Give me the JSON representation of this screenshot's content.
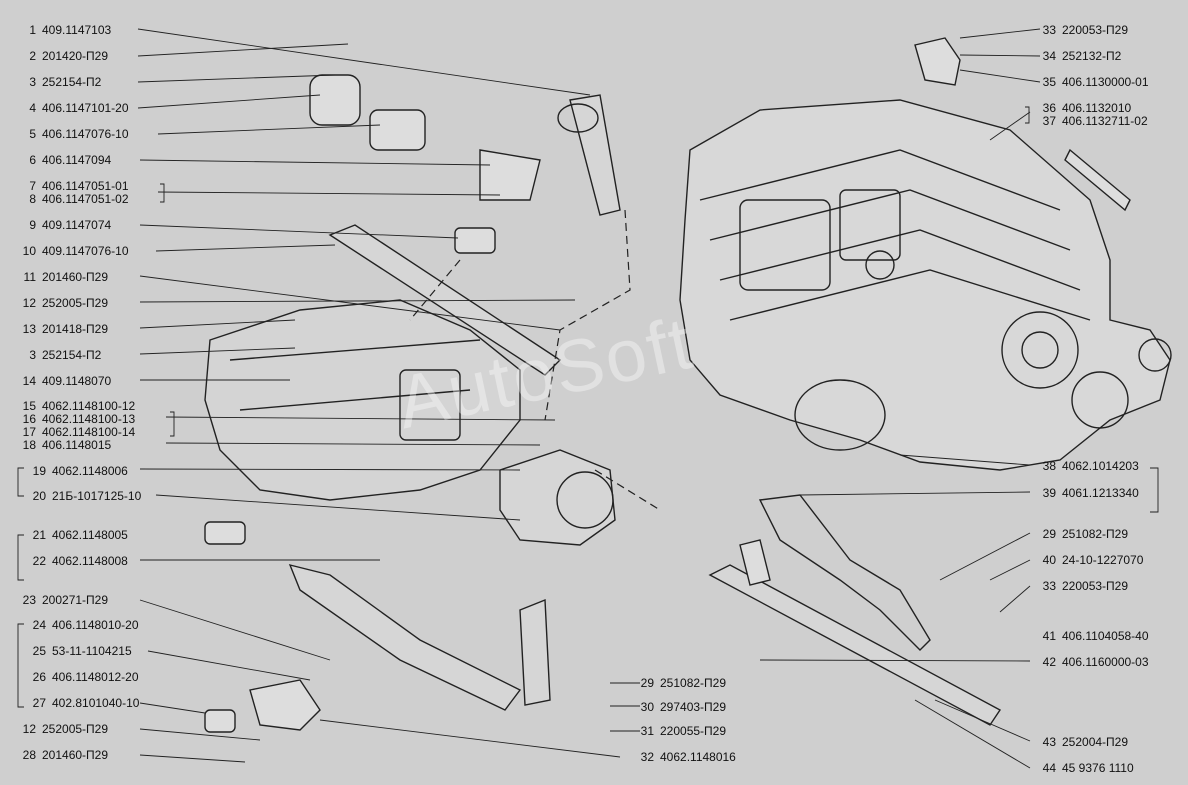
{
  "watermark": "AutoSoft",
  "left_callouts": [
    {
      "num": "1",
      "pn": "409.1147103"
    },
    {
      "num": "2",
      "pn": "201420-П29"
    },
    {
      "num": "3",
      "pn": "252154-П2"
    },
    {
      "num": "4",
      "pn": "406.1147101-20"
    },
    {
      "num": "5",
      "pn": "406.1147076-10"
    },
    {
      "num": "6",
      "pn": "406.1147094"
    },
    {
      "num": "7",
      "pn": "406.1147051-01"
    },
    {
      "num": "8",
      "pn": "406.1147051-02"
    },
    {
      "num": "9",
      "pn": "409.1147074"
    },
    {
      "num": "10",
      "pn": "409.1147076-10"
    },
    {
      "num": "11",
      "pn": "201460-П29"
    },
    {
      "num": "12",
      "pn": "252005-П29"
    },
    {
      "num": "13",
      "pn": "201418-П29"
    },
    {
      "num": "3",
      "pn": "252154-П2"
    },
    {
      "num": "14",
      "pn": "409.1148070"
    },
    {
      "num": "15",
      "pn": "4062.1148100-12"
    },
    {
      "num": "16",
      "pn": "4062.1148100-13"
    },
    {
      "num": "17",
      "pn": "4062.1148100-14"
    },
    {
      "num": "18",
      "pn": "406.1148015"
    },
    {
      "num": "19",
      "pn": "4062.1148006"
    },
    {
      "num": "20",
      "pn": "21Б-1017125-10"
    },
    {
      "num": "21",
      "pn": "4062.1148005"
    },
    {
      "num": "22",
      "pn": "4062.1148008"
    },
    {
      "num": "23",
      "pn": "200271-П29"
    },
    {
      "num": "24",
      "pn": "406.1148010-20"
    },
    {
      "num": "25",
      "pn": "53-11-1104215"
    },
    {
      "num": "26",
      "pn": "406.1148012-20"
    },
    {
      "num": "27",
      "pn": "402.8101040-10"
    },
    {
      "num": "12",
      "pn": "252005-П29"
    },
    {
      "num": "28",
      "pn": "201460-П29"
    }
  ],
  "right_callouts": [
    {
      "num": "33",
      "pn": "220053-П29"
    },
    {
      "num": "34",
      "pn": "252132-П2"
    },
    {
      "num": "35",
      "pn": "406.1130000-01"
    },
    {
      "num": "36",
      "pn": "406.1132010"
    },
    {
      "num": "37",
      "pn": "406.1132711-02"
    },
    {
      "num": "38",
      "pn": "4062.1014203"
    },
    {
      "num": "39",
      "pn": "4061.1213340"
    },
    {
      "num": "29",
      "pn": "251082-П29"
    },
    {
      "num": "40",
      "pn": "24-10-1227070"
    },
    {
      "num": "33",
      "pn": "220053-П29"
    },
    {
      "num": "41",
      "pn": "406.1104058-40"
    },
    {
      "num": "42",
      "pn": "406.1160000-03"
    },
    {
      "num": "43",
      "pn": "252004-П29"
    },
    {
      "num": "44",
      "pn": "45 9376 1110"
    }
  ],
  "mid_callouts": [
    {
      "num": "29",
      "pn": "251082-П29"
    },
    {
      "num": "30",
      "pn": "297403-П29"
    },
    {
      "num": "31",
      "pn": "220055-П29"
    },
    {
      "num": "32",
      "pn": "4062.1148016"
    }
  ]
}
